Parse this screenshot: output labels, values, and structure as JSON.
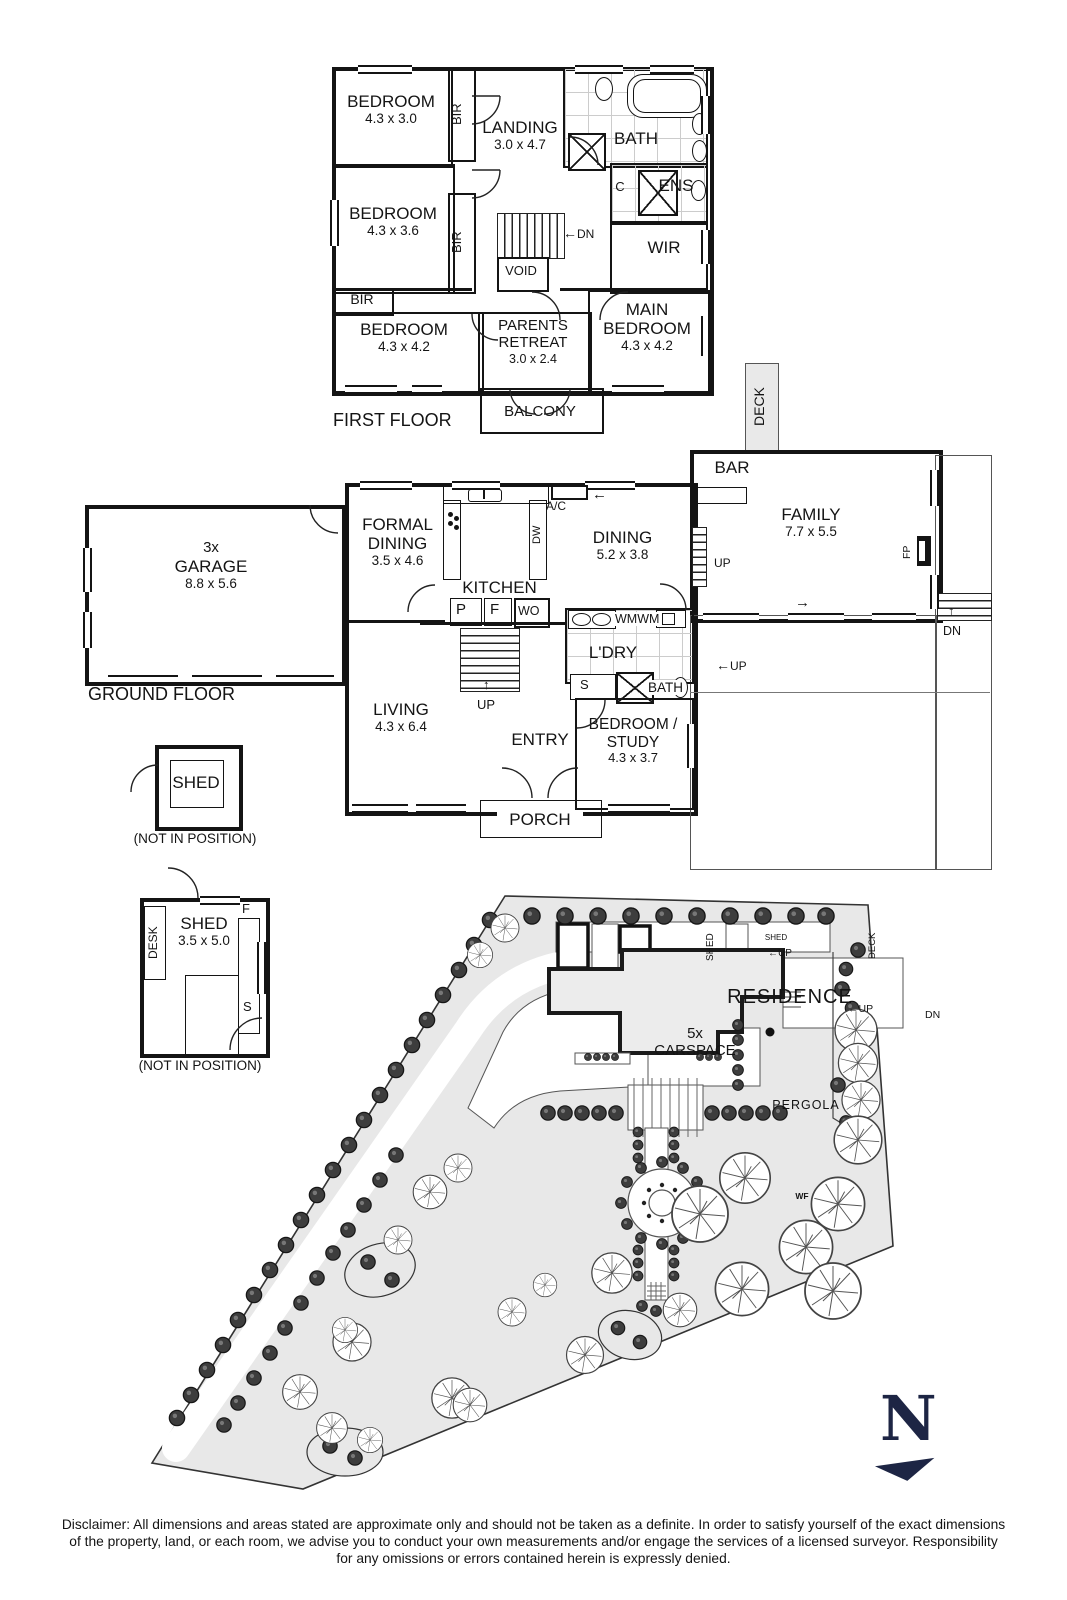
{
  "colors": {
    "wall": "#141414",
    "site_fill": "#e8e8e8",
    "north": "#1d2544"
  },
  "first_floor": {
    "title": "FIRST FLOOR",
    "bedroom1_name": "BEDROOM",
    "bedroom1_dims": "4.3 x 3.0",
    "bir": "BIR",
    "landing_name": "LANDING",
    "landing_dims": "3.0 x 4.7",
    "bath": "BATH",
    "c": "C",
    "ens": "ENS",
    "wir": "WIR",
    "bedroom2_name": "BEDROOM",
    "bedroom2_dims": "4.3 x 3.6",
    "void": "VOID",
    "dn": "DN",
    "bedroom3_name": "BEDROOM",
    "bedroom3_dims": "4.3 x 4.2",
    "parents_line1": "PARENTS",
    "parents_line2": "RETREAT",
    "parents_dims": "3.0 x 2.4",
    "main_line1": "MAIN",
    "main_line2": "BEDROOM",
    "main_dims": "4.3 x 4.2",
    "balcony": "BALCONY"
  },
  "upper_deck": "DECK",
  "ground_floor": {
    "title": "GROUND FLOOR",
    "garage_count": "3x",
    "garage_name": "GARAGE",
    "garage_dims": "8.8 x 5.6",
    "formal_line1": "FORMAL",
    "formal_line2": "DINING",
    "formal_dims": "3.5 x 4.6",
    "kitchen": "KITCHEN",
    "dw": "DW",
    "p": "P",
    "f": "F",
    "wo": "WO",
    "ac": "A/C",
    "dining_name": "DINING",
    "dining_dims": "5.2 x 3.8",
    "bar": "BAR",
    "family_name": "FAMILY",
    "family_dims": "7.7 x 5.5",
    "fp": "FP",
    "up": "UP",
    "dn": "DN",
    "wm": "WMWM",
    "ldry": "L'DRY",
    "s": "S",
    "bath": "BATH",
    "living_name": "LIVING",
    "living_dims": "4.3 x 6.4",
    "entry": "ENTRY",
    "porch": "PORCH",
    "study_line1": "BEDROOM /",
    "study_line2": "STUDY",
    "study_dims": "4.3 x 3.7"
  },
  "shed_a": {
    "name": "SHED",
    "note": "(NOT IN POSITION)"
  },
  "shed_b": {
    "name": "SHED",
    "dims": "3.5 x 5.0",
    "desk": "DESK",
    "f": "F",
    "s": "S",
    "note": "(NOT IN POSITION)"
  },
  "site": {
    "residence": "RESIDENCE",
    "shed_v": "SHED",
    "shed_h": "SHED",
    "deck": "DECK",
    "up": "UP",
    "dn": "DN",
    "carspace_line1": "5x",
    "carspace_line2": "CARSPACE",
    "pergola": "PERGOLA",
    "wf": "WF"
  },
  "north_letter": "N",
  "icons": {
    "arrow_left": "←",
    "arrow_right": "→",
    "arrow_up": "↑"
  },
  "disclaimer": {
    "line1": "Disclaimer: All dimensions and areas stated are approximate only and should not be taken as a definite. In order to satisfy yourself of the exact dimensions",
    "line2": "of the property, land, or each room, we advise you to conduct your own measurements and/or engage the services of a licensed surveyor. Responsibility",
    "line3": "for any omissions or errors contained herein is expressly denied."
  }
}
